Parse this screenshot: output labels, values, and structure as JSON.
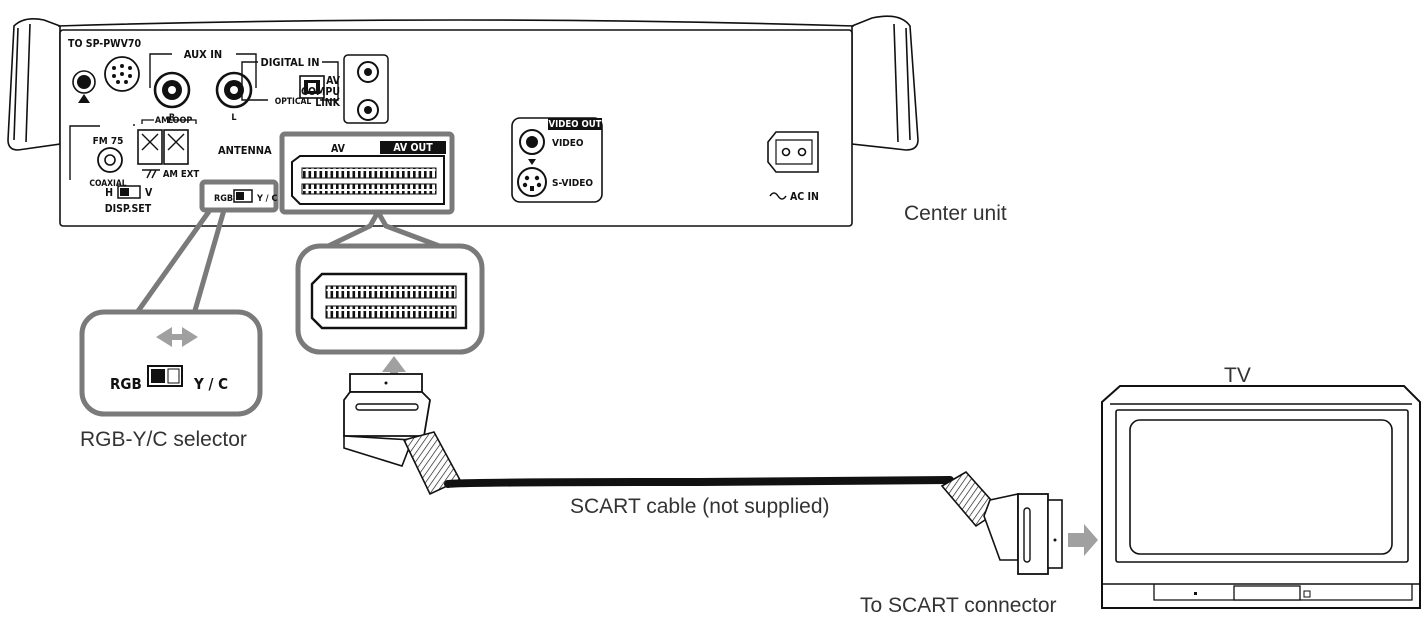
{
  "captions": {
    "center_unit": "Center unit",
    "tv": "TV",
    "selector": "RGB-Y/C selector",
    "cable": "SCART cable (not supplied)",
    "connector": "To SCART connector"
  },
  "panel": {
    "to_sp": "TO SP-PWV70",
    "aux_in": "AUX IN",
    "aux_r": "R",
    "aux_l": "L",
    "digital_in": "DIGITAL IN",
    "optical": "OPTICAL",
    "av_compu_link": [
      "AV",
      "COMPU",
      "LINK"
    ],
    "fm": "FM 75",
    "coaxial": "COAXIAL",
    "am": "AM",
    "loop": "LOOP",
    "am_ext": "AM EXT",
    "antenna": "ANTENNA",
    "disp_h": "H",
    "disp_v": "V",
    "disp_set": "DISP.SET",
    "rgb": "RGB",
    "yc": "Y / C",
    "av": "AV",
    "av_out": "AV OUT",
    "video_out": "VIDEO OUT",
    "video": "VIDEO",
    "s_video": "S-VIDEO",
    "ac_in": "AC IN"
  },
  "zoom": {
    "rgb": "RGB",
    "yc": "Y / C"
  },
  "colors": {
    "highlight": "#7a7a7a",
    "arrow": "#a0a0a0",
    "ink": "#111111"
  }
}
